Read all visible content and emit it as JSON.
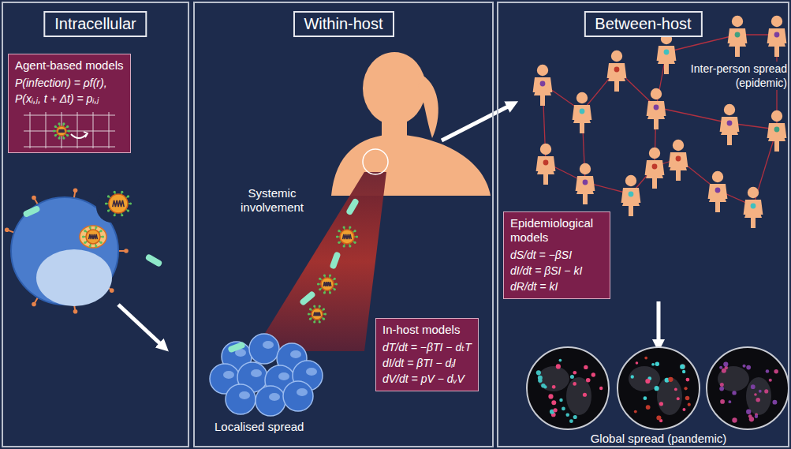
{
  "diagram": {
    "nodes": [
      {
        "text": [
          "Intracellular"
        ]
      },
      {
        "text": [
          "Agent-based models",
          "P(infection) = ρf(r),",
          "P(xᵢ,ⱼ, t + Δt) = pᵢ,ⱼ"
        ],
        "in": 0
      },
      {
        "text": [
          "Within-host"
        ]
      },
      {
        "text": [
          "In-host models",
          "dT/dt = −βTI − dₜT",
          "dI/dt = βTI − dᵢI",
          "dV/dt = pV − dᵥV"
        ],
        "in": 2
      },
      {
        "text": [
          "Between-host"
        ]
      },
      {
        "text": [
          "Epidemiological models",
          "dS/dt = −βSI",
          "dI/dt = βSI − kI",
          "dR/dt = kI"
        ],
        "in": 4
      }
    ],
    "labels": [
      "Systemic involvement",
      "Localised spread",
      "Inter-person spread (epidemic)",
      "Global spread (pandemic)"
    ]
  }
}
